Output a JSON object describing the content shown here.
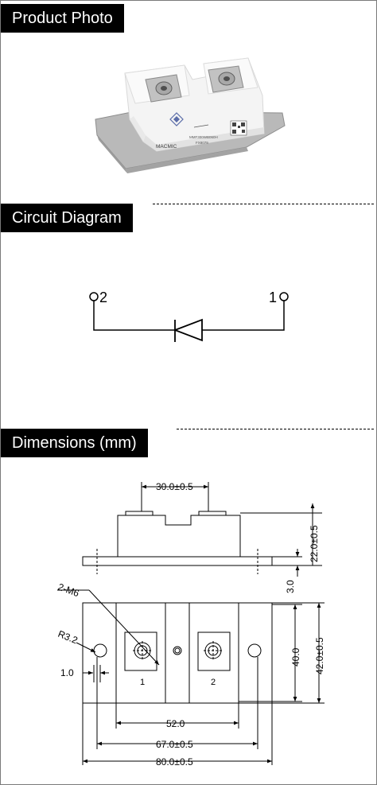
{
  "sections": {
    "product_photo": {
      "title": "Product Photo"
    },
    "circuit_diagram": {
      "title": "Circuit Diagram"
    },
    "dimensions": {
      "title": "Dimensions (mm)"
    }
  },
  "product": {
    "brand": "MACMIC",
    "part_number": "MMF300WB060H",
    "lot_code": "FX8079",
    "colors": {
      "housing": "#f4f4f4",
      "baseplate": "#b9b9b9",
      "screw": "#a8a8a8"
    }
  },
  "circuit": {
    "terminal_left": "2",
    "terminal_right": "1",
    "component": "diode-icon"
  },
  "dimensions": {
    "top_terminal_spacing": "30.0±0.5",
    "height": "22.0±0.5",
    "base_thickness": "3.0",
    "thread": "2-M6",
    "corner_radius": "R3.2",
    "hole_offset": "1.0",
    "inner_height": "40.0",
    "outer_height": "42.0±0.5",
    "width_52": "52.0",
    "mounting_pitch": "67.0±0.5",
    "overall_length": "80.0±0.5",
    "terminal_1": "1",
    "terminal_2": "2"
  }
}
